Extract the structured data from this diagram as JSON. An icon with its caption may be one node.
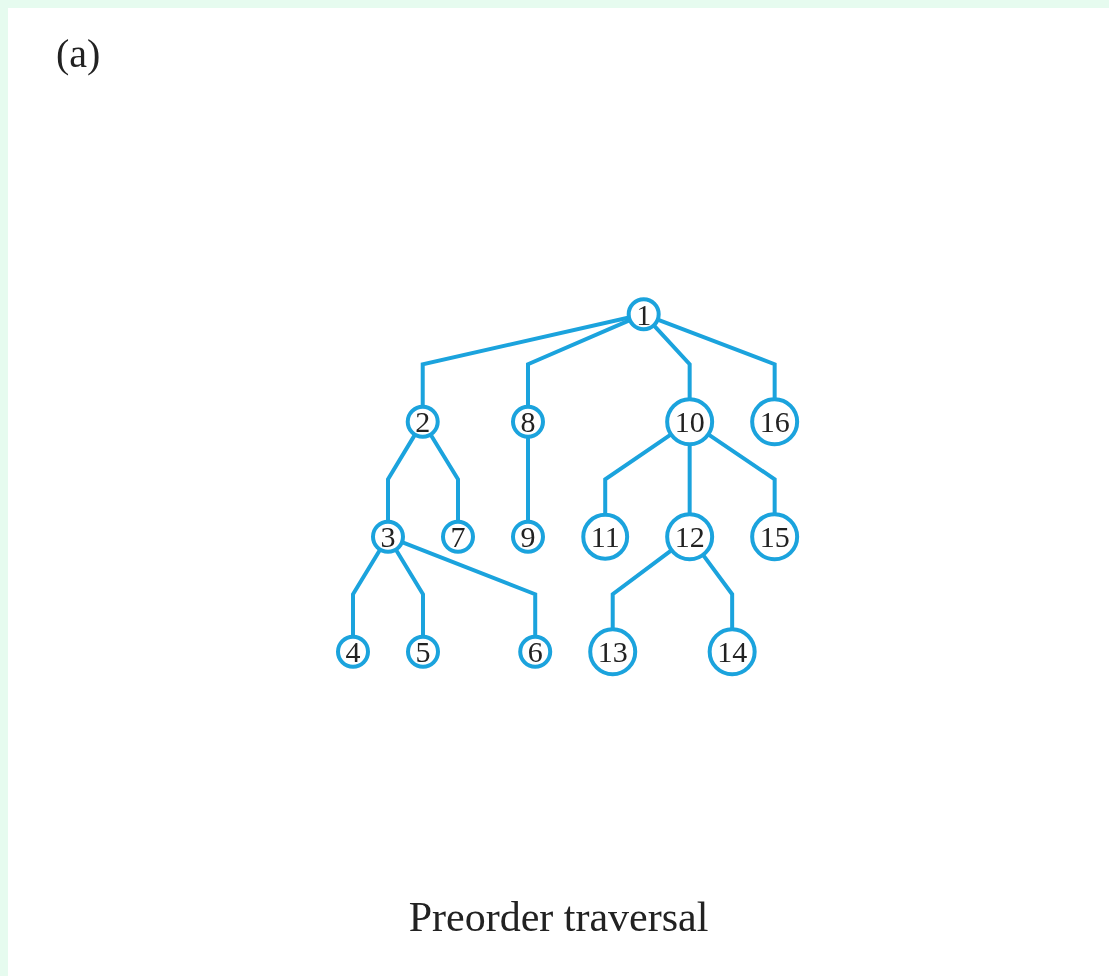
{
  "diagram": {
    "caption": "Preorder traversal",
    "nodes": [
      {
        "text": [
          "1"
        ]
      },
      {
        "text": [
          "2"
        ]
      },
      {
        "text": [
          "3"
        ]
      },
      {
        "text": [
          "4"
        ]
      },
      {
        "text": [
          "5"
        ]
      },
      {
        "text": [
          "6"
        ]
      },
      {
        "text": [
          "7"
        ]
      },
      {
        "text": [
          "8"
        ]
      },
      {
        "text": [
          "9"
        ]
      },
      {
        "text": [
          "10"
        ]
      },
      {
        "text": [
          "11"
        ]
      },
      {
        "text": [
          "12"
        ]
      },
      {
        "text": [
          "13"
        ]
      },
      {
        "text": [
          "14"
        ]
      },
      {
        "text": [
          "15"
        ]
      },
      {
        "text": [
          "16"
        ]
      }
    ],
    "edges": [
      {
        "from": 0,
        "to": 1,
        "arrow": "none"
      },
      {
        "from": 0,
        "to": 7,
        "arrow": "none"
      },
      {
        "from": 0,
        "to": 9,
        "arrow": "none"
      },
      {
        "from": 0,
        "to": 15,
        "arrow": "none"
      },
      {
        "from": 1,
        "to": 2,
        "arrow": "none"
      },
      {
        "from": 1,
        "to": 6,
        "arrow": "none"
      },
      {
        "from": 2,
        "to": 3,
        "arrow": "none"
      },
      {
        "from": 2,
        "to": 4,
        "arrow": "none"
      },
      {
        "from": 2,
        "to": 5,
        "arrow": "none"
      },
      {
        "from": 7,
        "to": 8,
        "arrow": "none"
      },
      {
        "from": 9,
        "to": 10,
        "arrow": "none"
      },
      {
        "from": 9,
        "to": 11,
        "arrow": "none"
      },
      {
        "from": 9,
        "to": 14,
        "arrow": "none"
      },
      {
        "from": 11,
        "to": 12,
        "arrow": "none"
      },
      {
        "from": 11,
        "to": 13,
        "arrow": "none"
      }
    ],
    "labels": [
      "(a)"
    ]
  }
}
